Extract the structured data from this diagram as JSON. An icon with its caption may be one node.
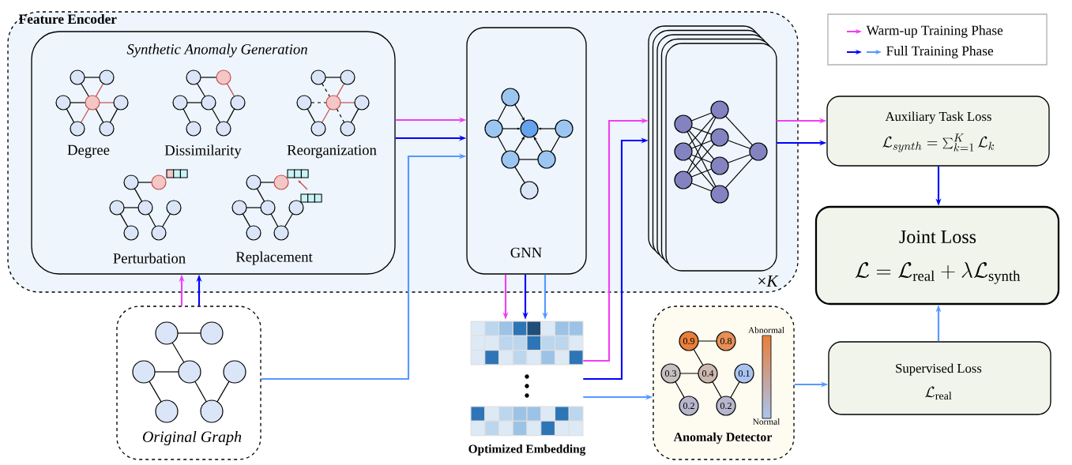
{
  "diagram": {
    "nodes": [
      {
        "text": [
          "Feature Encoder"
        ]
      },
      {
        "text": [
          "Synthetic Anomaly Generation",
          "Degree",
          "Dissimilarity",
          "Reorganization",
          "Perturbation",
          "Replacement"
        ],
        "in": 0
      },
      {
        "text": [
          "GNN"
        ],
        "in": 0
      },
      {
        "text": [],
        "shape": "box",
        "in": 0,
        "beside": [
          "×*K*"
        ]
      },
      {
        "text": [
          "Original Graph"
        ]
      },
      {
        "text": [
          "Optimized Embedding"
        ]
      },
      {
        "text": [
          "Anomaly Detector",
          "Abnormal",
          "Normal",
          "0.9",
          "0.8",
          "0.3",
          "0.4",
          "0.1",
          "0.2",
          "0.2"
        ]
      },
      {
        "text": [
          "Auxiliary Task Loss",
          "\\mathcal{L}_{synth} = \\sum_{k=1}^{K} \\mathcal{L}_k"
        ]
      },
      {
        "text": [
          "Joint Loss",
          "\\mathcal{L} = \\mathcal{L}_{\\mathrm{real}} + \\lambda\\mathcal{L}_{\\mathrm{synth}}"
        ]
      },
      {
        "text": [
          "Supervised Loss",
          "\\mathcal{L}_{\\mathrm{real}}"
        ]
      }
    ],
    "edges": [
      {
        "from": 4,
        "to": 1,
        "arrow": "to",
        "color": "#f040f0"
      },
      {
        "from": 4,
        "to": 1,
        "arrow": "to",
        "color": "#0000ff"
      },
      {
        "from": 1,
        "to": 2,
        "arrow": "to",
        "color": "#f040f0"
      },
      {
        "from": 1,
        "to": 2,
        "arrow": "to",
        "color": "#0000ff"
      },
      {
        "from": 4,
        "to": 2,
        "arrow": "to",
        "color": "#5599ff"
      },
      {
        "from": 2,
        "to": 5,
        "arrow": "to",
        "color": "#f040f0"
      },
      {
        "from": 2,
        "to": 5,
        "arrow": "to",
        "color": "#0000ff"
      },
      {
        "from": 2,
        "to": 5,
        "arrow": "to",
        "color": "#5599ff"
      },
      {
        "from": 5,
        "to": 3,
        "arrow": "to",
        "color": "#f040f0"
      },
      {
        "from": 5,
        "to": 3,
        "arrow": "to",
        "color": "#0000ff"
      },
      {
        "from": 3,
        "to": 7,
        "arrow": "to",
        "color": "#f040f0"
      },
      {
        "from": 3,
        "to": 7,
        "arrow": "to",
        "color": "#0000ff"
      },
      {
        "from": 5,
        "to": 6,
        "arrow": "to",
        "color": "#5599ff"
      },
      {
        "from": 6,
        "to": 9,
        "arrow": "to",
        "color": "#5599ff"
      },
      {
        "from": 7,
        "to": 8,
        "arrow": "to",
        "color": "#0000ff"
      },
      {
        "from": 9,
        "to": 8,
        "arrow": "to",
        "color": "#5599ff"
      }
    ],
    "legend": [
      {
        "text": "Warm-up Training Phase"
      },
      {
        "text": "Full Training Phase"
      }
    ]
  }
}
